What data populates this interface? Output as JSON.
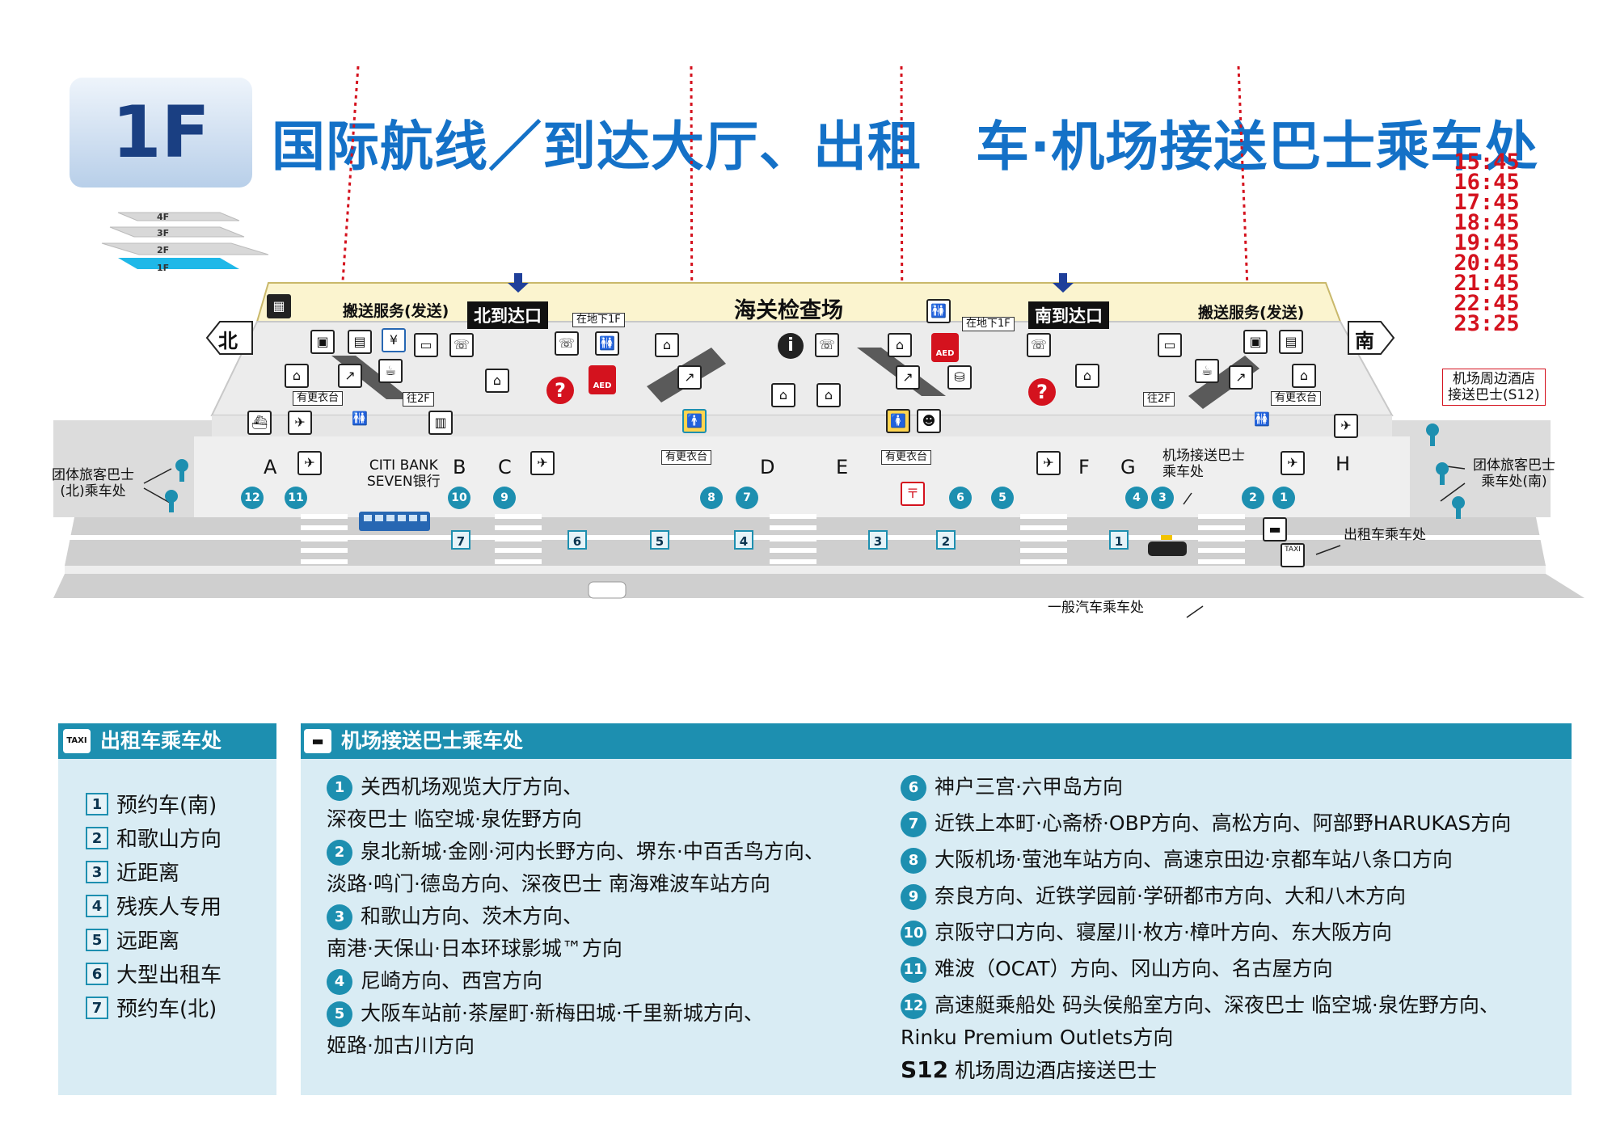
{
  "header": {
    "floor": "1F",
    "title": "国际航线／到达大厅、出租　车·机场接送巴士乘车处"
  },
  "schedule_times": [
    "15:45",
    "16:45",
    "17:45",
    "18:45",
    "19:45",
    "20:45",
    "21:45",
    "22:45",
    "23:25"
  ],
  "floor_levels": [
    "4F",
    "3F",
    "2F",
    "1F"
  ],
  "map": {
    "north": "北",
    "south": "南",
    "customs": "海关检查场",
    "north_exit": "北到达口",
    "south_exit": "南到达口",
    "baggage_left": "搬送服务(发送)",
    "baggage_right": "搬送服务(发送)",
    "b1f_left": "在地下1F",
    "b1f_right": "在地下1F",
    "to2f_left": "往2F",
    "to2f_right": "往2F",
    "changing": "有更衣台",
    "citibank": "CITI BANK\nSEVEN银行",
    "group_bus_north": "团体旅客巴士\n(北)乘车处",
    "group_bus_south": "团体旅客巴士\n乘车处(南)",
    "hotel_bus": "机场周边酒店\n接送巴士(S12)",
    "airport_bus_stop": "机场接送巴士\n乘车处",
    "taxi_stand": "出租车乘车处",
    "general_car": "一般汽车乘车处",
    "doors": [
      "A",
      "B",
      "C",
      "D",
      "E",
      "F",
      "G",
      "H"
    ],
    "bus_stops": [
      "12",
      "11",
      "10",
      "9",
      "8",
      "7",
      "6",
      "5",
      "4",
      "3",
      "2",
      "1"
    ],
    "taxi_spots": [
      "7",
      "6",
      "5",
      "4",
      "3",
      "2",
      "1"
    ],
    "info_icon": "i",
    "question_icon": "?",
    "aed": "AED",
    "taxi_icon": "TAXI"
  },
  "legend": {
    "taxi_title": "出租车乘车处",
    "taxi_items": [
      {
        "num": "1",
        "label": "预约车(南)"
      },
      {
        "num": "2",
        "label": "和歌山方向"
      },
      {
        "num": "3",
        "label": "近距离"
      },
      {
        "num": "4",
        "label": "残疾人专用"
      },
      {
        "num": "5",
        "label": "远距离"
      },
      {
        "num": "6",
        "label": "大型出租车"
      },
      {
        "num": "7",
        "label": "预约车(北)"
      }
    ],
    "bus_title": "机场接送巴士乘车处",
    "bus_items": [
      {
        "num": "1",
        "lines": [
          "关西机场观览大厅方向、",
          "深夜巴士 临空城·泉佐野方向"
        ]
      },
      {
        "num": "2",
        "lines": [
          "泉北新城·金刚·河内长野方向、堺东·中百舌鸟方向、",
          "淡路·鸣门·德岛方向、深夜巴士 南海难波车站方向"
        ]
      },
      {
        "num": "3",
        "lines": [
          "和歌山方向、茨木方向、",
          "南港·天保山·日本环球影城™方向"
        ]
      },
      {
        "num": "4",
        "lines": [
          "尼崎方向、西宫方向"
        ]
      },
      {
        "num": "5",
        "lines": [
          "大阪车站前·茶屋町·新梅田城·千里新城方向、",
          "姬路·加古川方向"
        ]
      },
      {
        "num": "6",
        "lines": [
          "神户三宫·六甲岛方向"
        ]
      },
      {
        "num": "7",
        "lines": [
          "近铁上本町·心斋桥·OBP方向、高松方向、阿部野HARUKAS方向"
        ]
      },
      {
        "num": "8",
        "lines": [
          "大阪机场·萤池车站方向、高速京田边·京都车站八条口方向"
        ]
      },
      {
        "num": "9",
        "lines": [
          "奈良方向、近铁学园前·学研都市方向、大和八木方向"
        ]
      },
      {
        "num": "10",
        "lines": [
          "京阪守口方向、寝屋川·枚方·樟叶方向、东大阪方向"
        ]
      },
      {
        "num": "11",
        "lines": [
          "难波（OCAT）方向、冈山方向、名古屋方向"
        ]
      },
      {
        "num": "12",
        "lines": [
          "高速艇乘船处 码头侯船室方向、深夜巴士 临空城·泉佐野方向、",
          "Rinku Premium Outlets方向"
        ]
      }
    ],
    "s12_code": "S12",
    "s12_label": "机场周边酒店接送巴士"
  }
}
